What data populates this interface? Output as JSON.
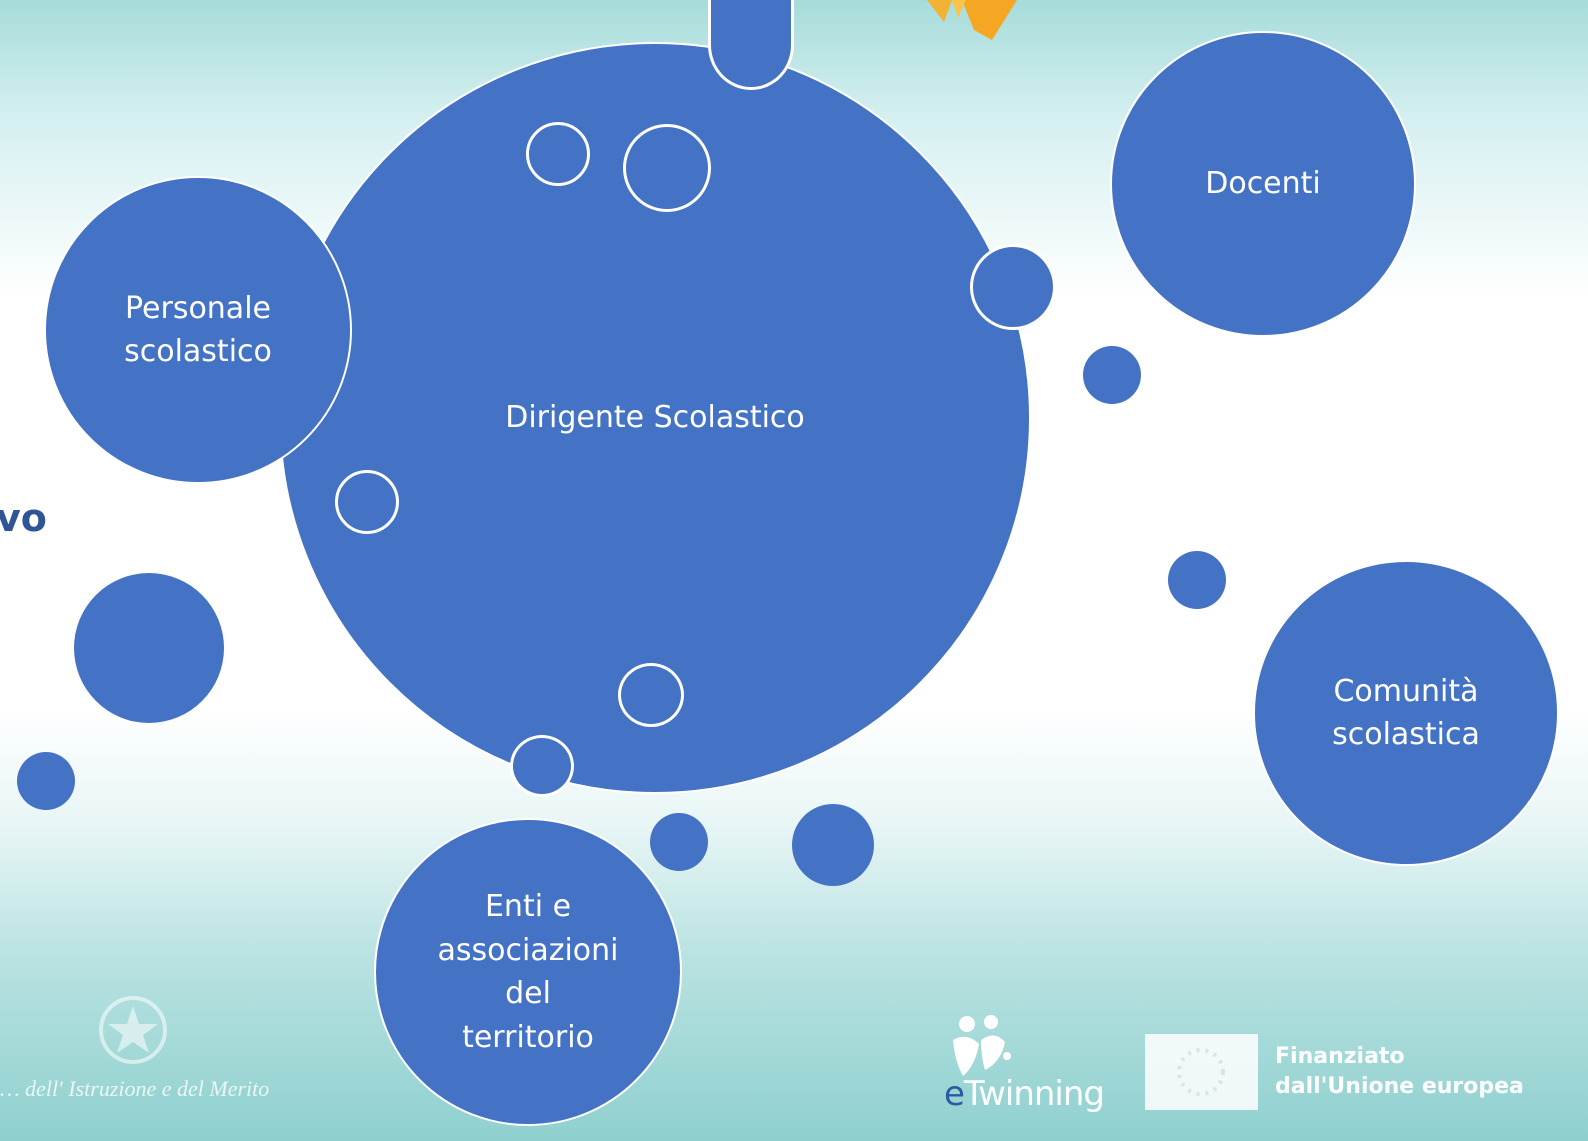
{
  "colors": {
    "circle_fill": "#4472c4",
    "circle_text": "#ffffff",
    "outline": "#ffffff",
    "edge_text": "#2f5597"
  },
  "diagram": {
    "center": {
      "label": "Dirigente Scolastico"
    },
    "satellites": [
      {
        "id": "personale",
        "label": "Personale\nscolastico"
      },
      {
        "id": "docenti",
        "label": "Docenti"
      },
      {
        "id": "comunita",
        "label": "Comunità\nscolastica"
      },
      {
        "id": "enti",
        "label": "Enti e\nassociazioni\ndel\nterritorio"
      }
    ]
  },
  "edge_text": "vo",
  "footer": {
    "ministry_text": "… dell' Istruzione e del Merito",
    "etwinning": {
      "e": "e",
      "rest": "Twinning"
    },
    "eu_text_line1": "Finanziato",
    "eu_text_line2": "dall'Unione europea"
  }
}
